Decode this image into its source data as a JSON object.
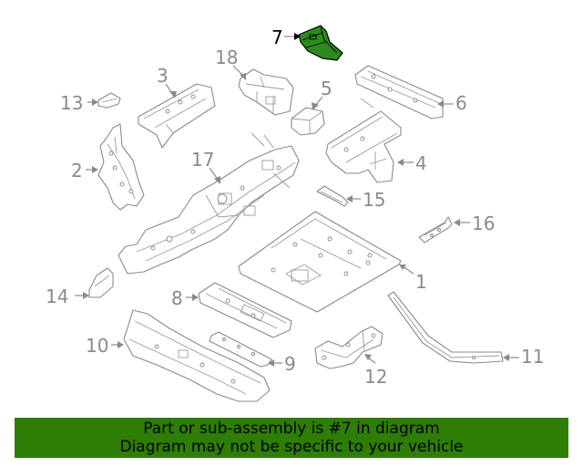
{
  "diagram": {
    "highlighted_part": "7",
    "callouts": [
      "7",
      "3",
      "18",
      "5",
      "6",
      "13",
      "2",
      "17",
      "4",
      "15",
      "16",
      "1",
      "14",
      "8",
      "10",
      "9",
      "12",
      "11"
    ],
    "highlight_color": "#2d8b1c",
    "line_color": "#8a8a8a"
  },
  "banner": {
    "line1": "Part or sub-assembly is #7 in diagram",
    "line2": "Diagram may not be specific to your vehicle",
    "background": "#2e7d05"
  }
}
